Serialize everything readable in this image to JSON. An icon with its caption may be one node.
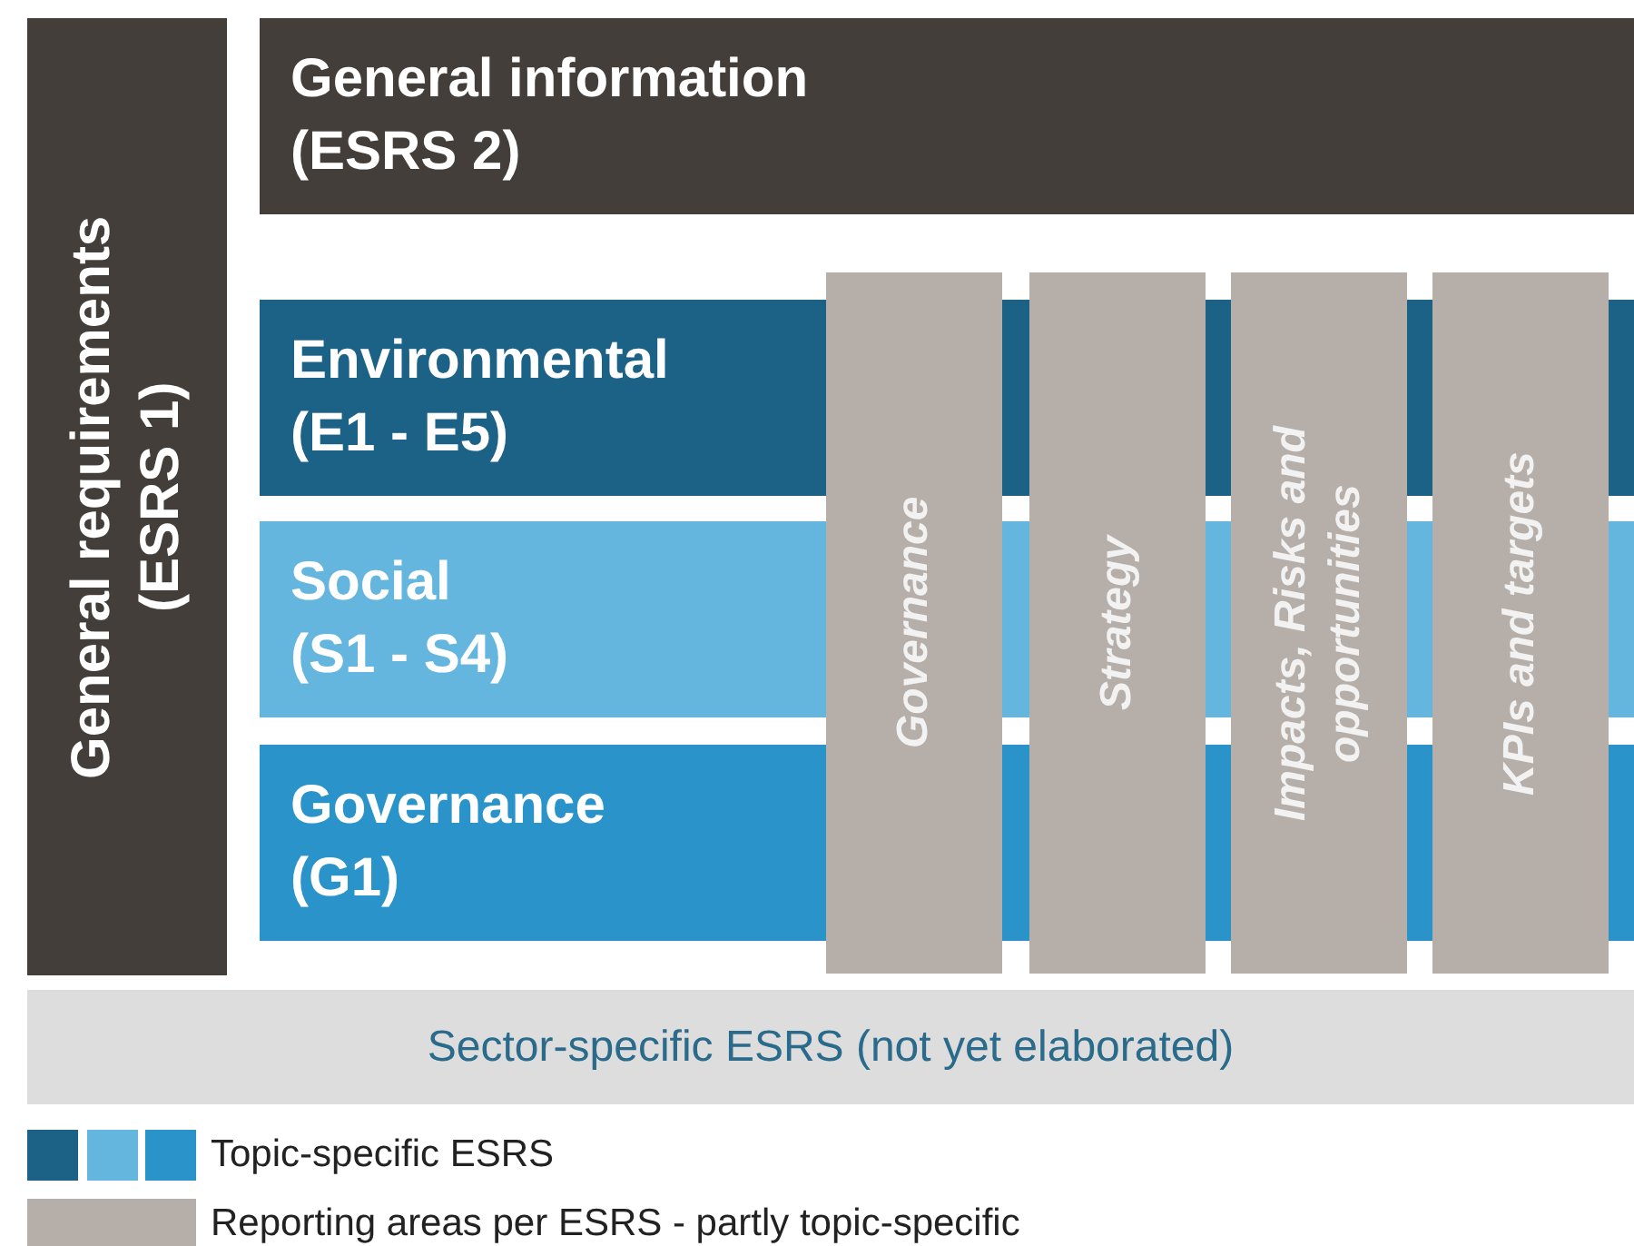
{
  "diagram": {
    "nodes": [
      {
        "text": [
          "General requirements (ESRS 1)"
        ]
      },
      {
        "text": [
          "General information (ESRS 2)"
        ]
      },
      {
        "text": [
          "Environmental (E1 - E5)"
        ]
      },
      {
        "text": [
          "Social (S1 - S4)"
        ]
      },
      {
        "text": [
          "Governance (G1)"
        ]
      },
      {
        "text": [
          "Governance"
        ]
      },
      {
        "text": [
          "Strategy"
        ]
      },
      {
        "text": [
          "Impacts, Risks and opportunities"
        ]
      },
      {
        "text": [
          "KPIs and targets"
        ]
      },
      {
        "text": [
          "Sector-specific ESRS (not yet elaborated)"
        ]
      }
    ],
    "legend": [
      {
        "text": "Topic-specific ESRS",
        "color": "#1c6186"
      },
      {
        "text": "Reporting areas per ESRS - partly topic-specific",
        "color": "#b5aea9"
      }
    ]
  }
}
